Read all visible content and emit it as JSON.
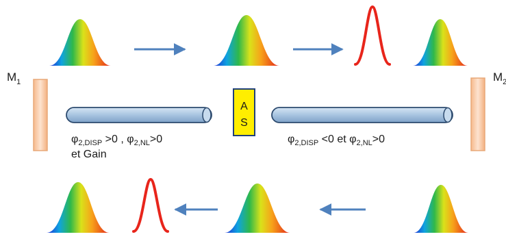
{
  "mirrors": {
    "left": {
      "label": "M",
      "sub": "1"
    },
    "right": {
      "label": "M",
      "sub": "2"
    }
  },
  "saturable_absorber": {
    "line1": "A",
    "line2": "S"
  },
  "fiber_left_caption": {
    "phi": "φ",
    "disp_sub": "2,DISP",
    "disp_rel": " >0 , ",
    "nl_sub": "2,NL",
    "nl_rel": ">0",
    "line2": "et Gain"
  },
  "fiber_right_caption": {
    "phi": "φ",
    "disp_sub": "2,DISP",
    "disp_rel": " <0 et ",
    "nl_sub": "2,NL",
    "nl_rel": ">0"
  },
  "colors": {
    "arrow": "#4f81bd",
    "fiber_fill": "#a8c4e0",
    "fiber_stroke": "#2c4a6e",
    "mirror_fill": "#fbd4b4",
    "mirror_stroke": "#e8a878",
    "sa_fill": "#ffee00",
    "sa_stroke": "#1f3f7a",
    "narrow_pulse": "#e8251b"
  }
}
